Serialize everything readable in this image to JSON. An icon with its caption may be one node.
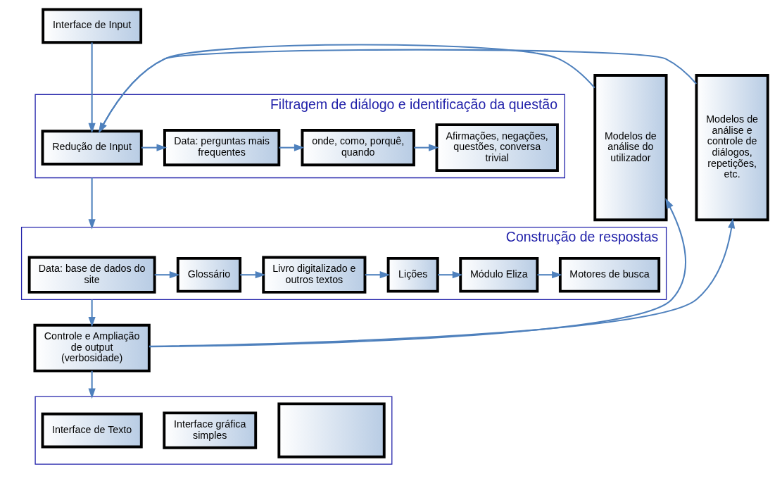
{
  "diagram": {
    "nodes": [
      {
        "text": [
          "Interface de Input"
        ]
      },
      {
        "text": [
          "Modelos de análise do utilizador"
        ]
      },
      {
        "text": [
          "Filtragem de diálogo e identificação da questão"
        ]
      },
      {
        "text": [
          "Redução de Input"
        ],
        "in": 2
      },
      {
        "text": [
          "Data: perguntas mais frequentes"
        ],
        "in": 2
      },
      {
        "text": [
          "onde, como, porquê, quando"
        ],
        "in": 2
      },
      {
        "text": [
          "Afirmações, negações, questões, conversa trivial"
        ],
        "in": 2
      },
      {
        "text": [
          "Modelos de análise e controle de diálogos, repetições, etc."
        ]
      },
      {
        "text": [
          "Construção de respostas"
        ]
      },
      {
        "text": [
          "Data: base de dados do site"
        ],
        "in": 8
      },
      {
        "text": [
          "Glossário"
        ],
        "in": 8
      },
      {
        "text": [
          "Livro digitalizado e outros textos"
        ],
        "in": 8
      },
      {
        "text": [
          "Lições"
        ],
        "in": 8
      },
      {
        "text": [
          "Módulo Eliza"
        ],
        "in": 8
      },
      {
        "text": [
          "Motores de busca"
        ],
        "in": 8
      },
      {
        "text": [
          "Controle e Ampliação de output (verbosidade)"
        ]
      },
      {
        "text": [],
        "shape": "box"
      },
      {
        "text": [
          "Interface de Texto"
        ],
        "in": 16
      },
      {
        "text": [
          "Interface gráfica simples"
        ],
        "in": 16
      },
      {
        "text": [],
        "shape": "box",
        "in": 16
      }
    ],
    "edges": [
      {
        "from": 0,
        "to": 3,
        "arrow": "to"
      },
      {
        "from": 1,
        "to": 3,
        "arrow": "to"
      },
      {
        "from": 7,
        "to": 3,
        "arrow": "to"
      },
      {
        "from": 3,
        "to": 4,
        "arrow": "to"
      },
      {
        "from": 4,
        "to": 5,
        "arrow": "to"
      },
      {
        "from": 5,
        "to": 6,
        "arrow": "to"
      },
      {
        "from": 2,
        "to": 8,
        "arrow": "to"
      },
      {
        "from": 9,
        "to": 10,
        "arrow": "to"
      },
      {
        "from": 10,
        "to": 11,
        "arrow": "to"
      },
      {
        "from": 11,
        "to": 12,
        "arrow": "to"
      },
      {
        "from": 12,
        "to": 13,
        "arrow": "to"
      },
      {
        "from": 13,
        "to": 14,
        "arrow": "to"
      },
      {
        "from": 8,
        "to": 15,
        "arrow": "to"
      },
      {
        "from": 15,
        "to": 1,
        "arrow": "to"
      },
      {
        "from": 15,
        "to": 7,
        "arrow": "to"
      },
      {
        "from": 15,
        "to": 16,
        "arrow": "to"
      }
    ]
  }
}
